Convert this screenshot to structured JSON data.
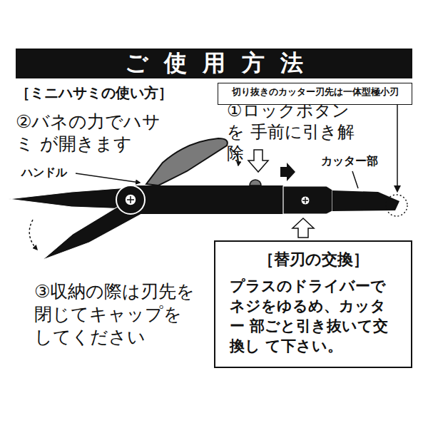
{
  "diagram": {
    "title": "ご使用方法",
    "nodes": [
      {
        "text": [
          "切り抜きのカッター刃先は一体型極小刃"
        ]
      },
      {
        "text": [
          "［替刃の交換］",
          "プラスのドライバーで ネジをゆるめ、カッター 部ごと引き抜いて交換し て下さい。"
        ]
      }
    ],
    "labels": [
      "［ミニハサミの使い方］",
      "②バネの力でハサミ が開きます",
      "①ロックボタンを 手前に引き解除",
      "ハンドル",
      "カッター部",
      "③収納の際は刃先を 閉じてキャップを してください"
    ]
  }
}
